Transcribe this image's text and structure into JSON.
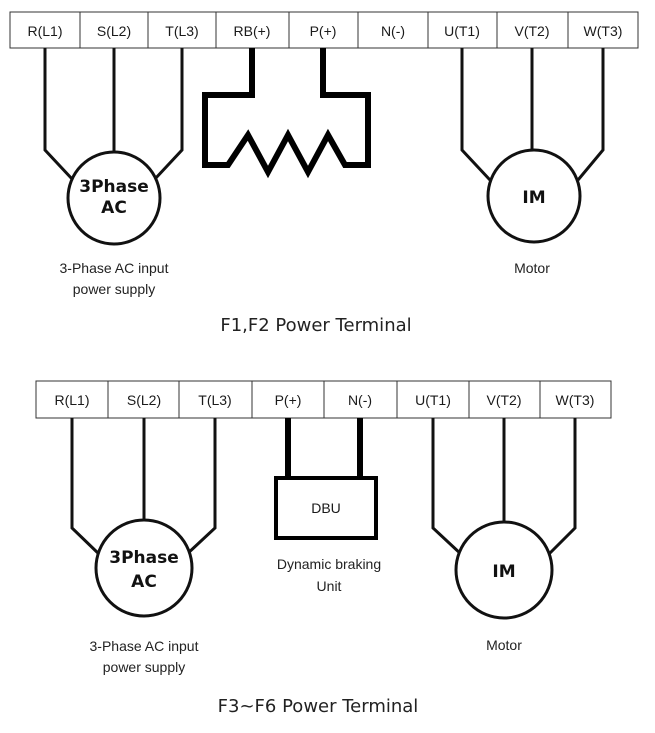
{
  "f1f2": {
    "terminals": [
      "R(L1)",
      "S(L2)",
      "T(L3)",
      "RB(+)",
      "P(+)",
      "N(-)",
      "U(T1)",
      "V(T2)",
      "W(T3)"
    ],
    "source_line1": "3Phase",
    "source_line2": "AC",
    "source_caption_line1": "3-Phase AC input",
    "source_caption_line2": "power supply",
    "motor_label": "IM",
    "motor_caption": "Motor",
    "title": "F1,F2 Power Terminal"
  },
  "f3f6": {
    "terminals": [
      "R(L1)",
      "S(L2)",
      "T(L3)",
      "P(+)",
      "N(-)",
      "U(T1)",
      "V(T2)",
      "W(T3)"
    ],
    "source_line1": "3Phase",
    "source_line2": "AC",
    "source_caption_line1": "3-Phase AC input",
    "source_caption_line2": "power supply",
    "dbu_label": "DBU",
    "dbu_caption_line1": "Dynamic braking",
    "dbu_caption_line2": "Unit",
    "motor_label": "IM",
    "motor_caption": "Motor",
    "title": "F3~F6 Power Terminal"
  }
}
